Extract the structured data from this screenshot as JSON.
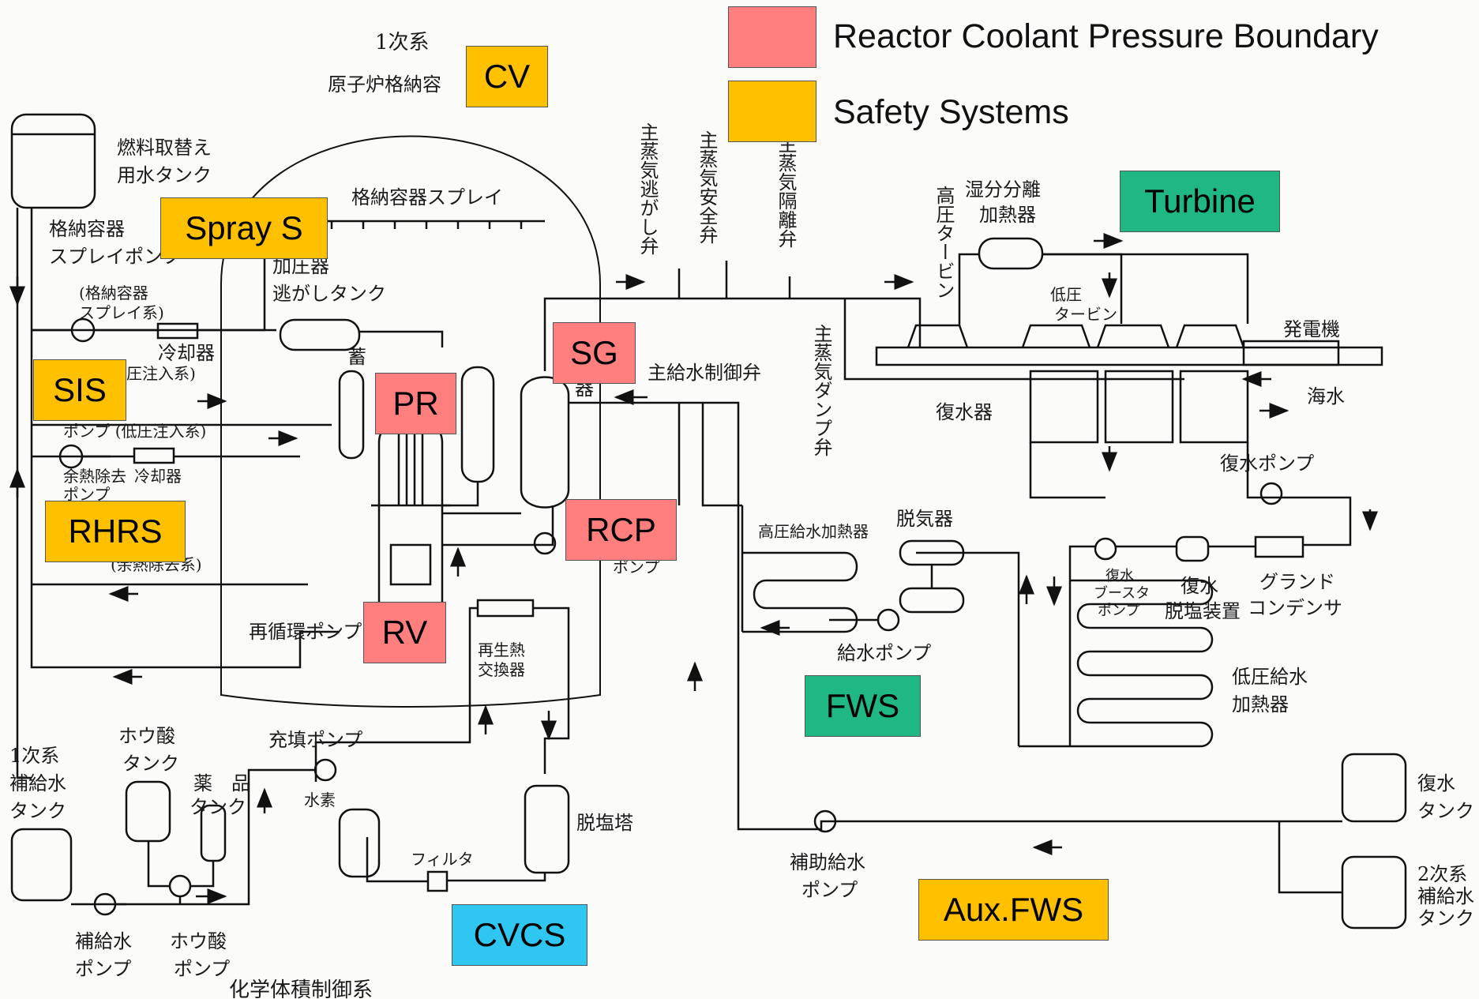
{
  "legend": {
    "items": [
      {
        "label": "Reactor Coolant Pressure Boundary",
        "color": "#ff7f7f"
      },
      {
        "label": "Safety Systems",
        "color": "#ffc000"
      }
    ]
  },
  "colors": {
    "rcpb": "#ff7f7f",
    "safety": "#ffc000",
    "secondary": "#1fb784",
    "cvcs": "#2fc6f2"
  },
  "badges": {
    "cv": "CV",
    "spray": "Spray S",
    "sis": "SIS",
    "rhrs": "RHRS",
    "sg": "SG",
    "pr": "PR",
    "rcp": "RCP",
    "rv": "RV",
    "turbine": "Turbine",
    "fws": "FWS",
    "auxfws": "Aux.FWS",
    "cvcs": "CVCS"
  },
  "labels": {
    "primary": "1次系",
    "containment": "原子炉格納容",
    "refuel_tank": [
      "燃料取替え",
      "用水タンク"
    ],
    "cs_pump": [
      "格納容器",
      "スプレイポンプ"
    ],
    "cs_system": [
      "(格納容器",
      "スプレイ系)"
    ],
    "cs_header": "格納容器スプレイ",
    "pr_relief_tank": [
      "加圧器",
      "逃がしタンク"
    ],
    "cooler1": "冷却器",
    "hi_inj": "圧注入系)",
    "rhr_pump_row": "ポンプ (低圧注入系)",
    "rhr_pump": [
      "余熱除去",
      "ポンプ"
    ],
    "cooler2": "冷却器",
    "rhr_system": "(余熱除去系)",
    "accum": "蓄",
    "sg_partial": "器",
    "rcp_partial": "ポンプ",
    "recirc_pump": "再循環ポンプ",
    "regen_hx": [
      "再生熱",
      "交換器"
    ],
    "ms_relief": "主蒸気逃がし弁",
    "ms_safety": "主蒸気安全弁",
    "ms_isolation": "主蒸気隔離弁",
    "mfw_control": "主給水制御弁",
    "ms_dump": "主蒸気ダンプ弁",
    "hp_turbine": "高圧タービン",
    "moisture_sep": [
      "湿分分離",
      "加熱器"
    ],
    "lp_turbine": [
      "低圧",
      "タービン"
    ],
    "generator": "発電機",
    "seawater": "海水",
    "condenser": "復水器",
    "cond_pump": "復水ポンプ",
    "hp_fw_heater": "高圧給水加熱器",
    "deaerator": "脱気器",
    "fw_pump": "給水ポンプ",
    "booster_pump": [
      "復水",
      "ブースタ",
      "ポンプ"
    ],
    "demin": [
      "復水",
      "脱塩装置"
    ],
    "gland_cond": [
      "グランド",
      "コンデンサ"
    ],
    "lp_fw_heater": [
      "低圧給水",
      "加熱器"
    ],
    "cond_tank": [
      "復水",
      "タンク"
    ],
    "sec_makeup_tank": [
      "2次系",
      "補給水",
      "タンク"
    ],
    "aux_fw_pump": [
      "補助給水",
      "ポンプ"
    ],
    "pri_makeup_tank": [
      "1次系",
      "補給水",
      "タンク"
    ],
    "boric_tank": [
      "ホウ酸",
      "タンク"
    ],
    "chem_tank": [
      "薬　品",
      "タンク"
    ],
    "charging_pump": "充填ポンプ",
    "hydrogen": "水素",
    "filter": "フィルタ",
    "demin_tower": "脱塩塔",
    "makeup_pump": [
      "補給水",
      "ポンプ"
    ],
    "boric_pump": [
      "ホウ酸",
      "ポンプ"
    ],
    "cvcs_title": "化学体積制御系"
  }
}
